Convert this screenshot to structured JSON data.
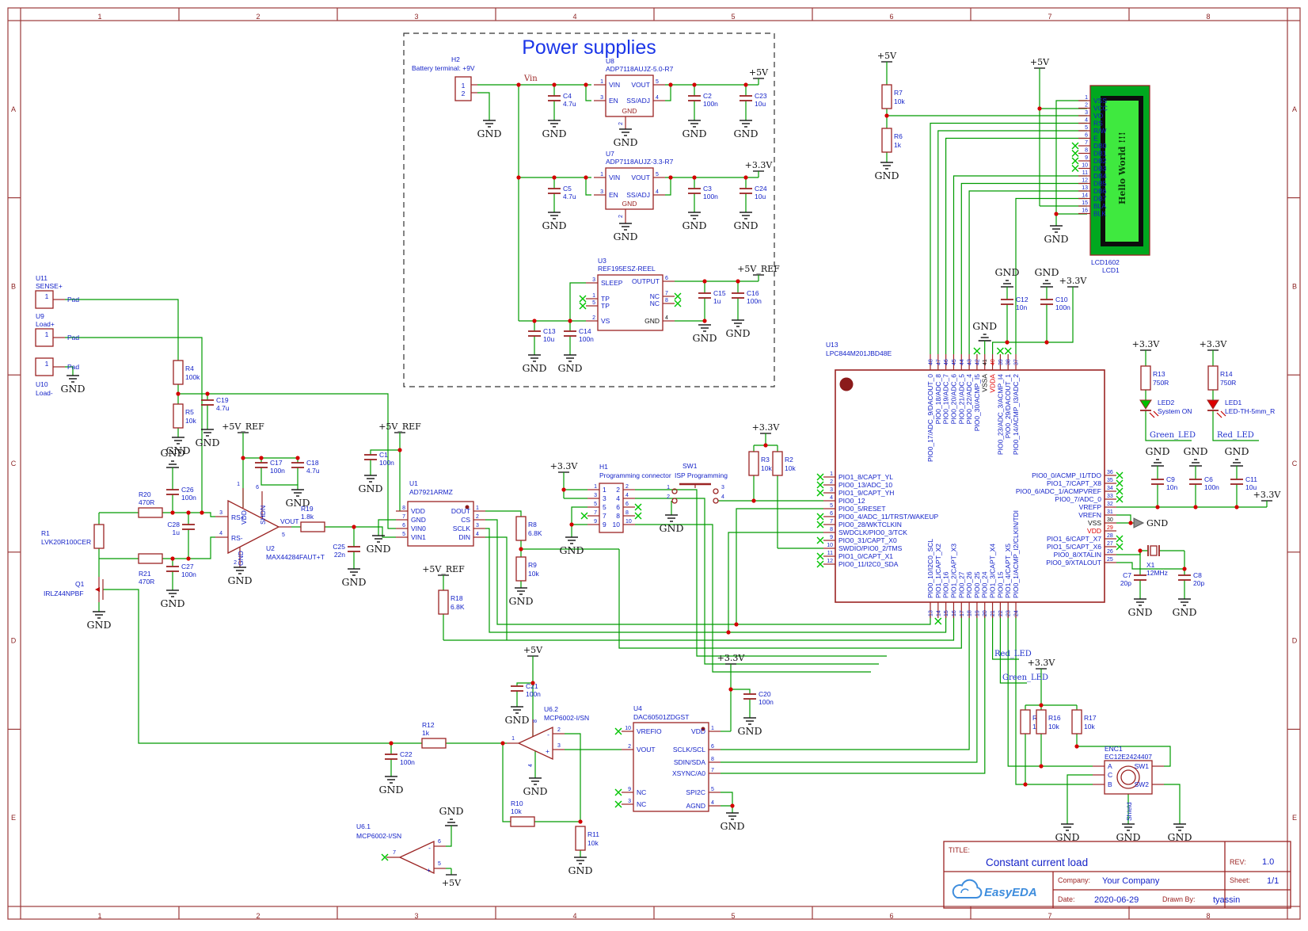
{
  "sheet": {
    "cols": [
      "1",
      "2",
      "3",
      "4",
      "5",
      "6",
      "7",
      "8"
    ],
    "rows": [
      "A",
      "B",
      "C",
      "D",
      "E"
    ]
  },
  "labels": {
    "gnd": "GND",
    "p5": "+5V",
    "p33": "+3.3V",
    "p5ref": "+5V_REF",
    "vin": "Vin"
  },
  "powerbox": {
    "title": "Power supplies"
  },
  "h2": {
    "ref": "H2",
    "desc": "Battery terminal: +9V",
    "p1": "1",
    "p2": "2"
  },
  "u8": {
    "ref": "U8",
    "part": "ADP7118AUJZ-5.0-R7",
    "gnd": "GND",
    "pin2": "2",
    "left": [
      {
        "n": "1",
        "name": "VIN"
      },
      {
        "n": "3",
        "name": "EN"
      }
    ],
    "right": [
      {
        "n": "5",
        "name": "VOUT"
      },
      {
        "n": "4",
        "name": "SS/ADJ"
      }
    ]
  },
  "u7": {
    "ref": "U7",
    "part": "ADP7118AUJZ-3.3-R7",
    "gnd": "GND",
    "pin2": "2",
    "left": [
      {
        "n": "1",
        "name": "VIN"
      },
      {
        "n": "3",
        "name": "EN"
      }
    ],
    "right": [
      {
        "n": "5",
        "name": "VOUT"
      },
      {
        "n": "4",
        "name": "SS/ADJ"
      }
    ]
  },
  "u3": {
    "ref": "U3",
    "part": "REF195ESZ-REEL",
    "left": [
      {
        "n": "3",
        "name": "SLEEP"
      },
      {
        "n": "1",
        "name": "TP",
        "nc": true
      },
      {
        "n": "5",
        "name": "TP",
        "nc": true
      },
      {
        "n": "2",
        "name": "VS"
      }
    ],
    "right": [
      {
        "n": "6",
        "name": "OUTPUT"
      },
      {
        "n": "7",
        "name": "NC",
        "nc": true
      },
      {
        "n": "8",
        "name": "NC",
        "nc": true
      },
      {
        "n": "4",
        "name": "GND",
        "c": "k"
      }
    ]
  },
  "caps": {
    "c1": {
      "ref": "C1",
      "val": "100n"
    },
    "c2": {
      "ref": "C2",
      "val": "100n"
    },
    "c3": {
      "ref": "C3",
      "val": "100n"
    },
    "c4": {
      "ref": "C4",
      "val": "4.7u"
    },
    "c5": {
      "ref": "C5",
      "val": "4.7u"
    },
    "c6": {
      "ref": "C6",
      "val": "100n"
    },
    "c7": {
      "ref": "C7",
      "val": "20p"
    },
    "c8": {
      "ref": "C8",
      "val": "20p"
    },
    "c9": {
      "ref": "C9",
      "val": "10n"
    },
    "c10": {
      "ref": "C10",
      "val": "100n"
    },
    "c11": {
      "ref": "C11",
      "val": "10u"
    },
    "c12": {
      "ref": "C12",
      "val": "10n"
    },
    "c13": {
      "ref": "C13",
      "val": "10u"
    },
    "c14": {
      "ref": "C14",
      "val": "100n"
    },
    "c15": {
      "ref": "C15",
      "val": "1u"
    },
    "c16": {
      "ref": "C16",
      "val": "100n"
    },
    "c17": {
      "ref": "C17",
      "val": "100n"
    },
    "c18": {
      "ref": "C18",
      "val": "4.7u"
    },
    "c19": {
      "ref": "C19",
      "val": "4.7u"
    },
    "c20": {
      "ref": "C20",
      "val": "100n"
    },
    "c21": {
      "ref": "C21",
      "val": "100n"
    },
    "c22": {
      "ref": "C22",
      "val": "100n"
    },
    "c23": {
      "ref": "C23",
      "val": "10u"
    },
    "c24": {
      "ref": "C24",
      "val": "10u"
    },
    "c25": {
      "ref": "C25",
      "val": "22n"
    },
    "c26": {
      "ref": "C26",
      "val": "100n"
    },
    "c27": {
      "ref": "C27",
      "val": "100n"
    },
    "c28": {
      "ref": "C28",
      "val": "1u"
    }
  },
  "res": {
    "r1": {
      "ref": "R1",
      "val": "LVK20R100CER"
    },
    "r2": {
      "ref": "R2",
      "val": "10k"
    },
    "r3": {
      "ref": "R3",
      "val": "10k"
    },
    "r4": {
      "ref": "R4",
      "val": "100k"
    },
    "r5": {
      "ref": "R5",
      "val": "10k"
    },
    "r6": {
      "ref": "R6",
      "val": "1k"
    },
    "r7": {
      "ref": "R7",
      "val": "10k"
    },
    "r8": {
      "ref": "R8",
      "val": "6.8K"
    },
    "r9": {
      "ref": "R9",
      "val": "10k"
    },
    "r10": {
      "ref": "R10",
      "val": "10k"
    },
    "r11": {
      "ref": "R11",
      "val": "10k"
    },
    "r12": {
      "ref": "R12",
      "val": "1k"
    },
    "r13": {
      "ref": "R13",
      "val": "750R"
    },
    "r14": {
      "ref": "R14",
      "val": "750R"
    },
    "r15": {
      "ref": "R15",
      "val": "10k"
    },
    "r16": {
      "ref": "R16",
      "val": "10k"
    },
    "r17": {
      "ref": "R17",
      "val": "10k"
    },
    "r18": {
      "ref": "R18",
      "val": "6.8K"
    },
    "r19": {
      "ref": "R19",
      "val": "1.8k"
    },
    "r20": {
      "ref": "R20",
      "val": "470R"
    },
    "r21": {
      "ref": "R21",
      "val": "470R"
    }
  },
  "q1": {
    "ref": "Q1",
    "part": "IRLZ44NPBF"
  },
  "u2": {
    "ref": "U2",
    "part": "MAX44284FAUT+T",
    "rsp": "RS+",
    "rsm": "RS-",
    "vdd": "VDD",
    "shdn": "SHDN",
    "gnd": "GND",
    "vout": "VOUT",
    "n1": "1",
    "n2": "2",
    "n3": "3",
    "n4": "4",
    "n5": "5",
    "n6": "6"
  },
  "u1": {
    "ref": "U1",
    "part": "AD7921ARMZ",
    "left": [
      {
        "n": "8",
        "name": "VDD"
      },
      {
        "n": "7",
        "name": "GND"
      },
      {
        "n": "6",
        "name": "VIN0"
      },
      {
        "n": "5",
        "name": "VIN1"
      }
    ],
    "right": [
      {
        "n": "1",
        "name": "DOUT"
      },
      {
        "n": "2",
        "name": "CS"
      },
      {
        "n": "3",
        "name": "SCLK"
      },
      {
        "n": "4",
        "name": "DIN"
      }
    ]
  },
  "h1": {
    "ref": "H1",
    "desc": "Programming connector",
    "left": [
      {
        "n": "1",
        "name": "1"
      },
      {
        "n": "3",
        "name": "3"
      },
      {
        "n": "5",
        "name": "5"
      },
      {
        "n": "7",
        "name": "7",
        "nc": true
      },
      {
        "n": "9",
        "name": "9"
      }
    ],
    "right": [
      {
        "n": "2",
        "name": "2"
      },
      {
        "n": "4",
        "name": "4"
      },
      {
        "n": "6",
        "name": "6",
        "nc": true
      },
      {
        "n": "8",
        "name": "8",
        "nc": true
      },
      {
        "n": "10",
        "name": "10"
      }
    ]
  },
  "sw1": {
    "ref": "SW1",
    "desc": "ISP Programming",
    "n1": "1",
    "n2": "2",
    "n3": "3",
    "n4": "4"
  },
  "mcu": {
    "ref": "U13",
    "part": "LPC844M201JBD48E",
    "left": [
      {
        "n": "1",
        "name": "PIO1_8/CAPT_YL",
        "nc": true
      },
      {
        "n": "2",
        "name": "PIO0_13/ADC_10",
        "nc": true
      },
      {
        "n": "3",
        "name": "PIO1_9/CAPT_YH",
        "nc": true
      },
      {
        "n": "4",
        "name": "PIO0_12"
      },
      {
        "n": "5",
        "name": "PIO0_5/RESET"
      },
      {
        "n": "6",
        "name": "PIO0_4/ADC_11/TRST/WAKEUP",
        "nc": true
      },
      {
        "n": "7",
        "name": "PIO0_28/WKTCLKIN",
        "nc": true
      },
      {
        "n": "8",
        "name": "SWDCLK/PIO0_3/TCK"
      },
      {
        "n": "9",
        "name": "PIO0_31/CAPT_X0",
        "nc": true
      },
      {
        "n": "10",
        "name": "SWDIO/PIO0_2/TMS"
      },
      {
        "n": "11",
        "name": "PIO1_0/CAPT_X1",
        "nc": true
      },
      {
        "n": "12",
        "name": "PIO0_11/I2C0_SDA",
        "nc": true
      }
    ],
    "right": [
      {
        "n": "36",
        "name": "PIO0_0/ACMP_I1/TDO",
        "nc": true
      },
      {
        "n": "35",
        "name": "PIO1_7/CAPT_X8",
        "nc": true
      },
      {
        "n": "34",
        "name": "PIO0_6/ADC_1/ACMPVREF",
        "nc": true
      },
      {
        "n": "33",
        "name": "PIO0_7/ADC_0",
        "nc": true
      },
      {
        "n": "32",
        "name": "VREFP"
      },
      {
        "n": "31",
        "name": "VREFN"
      },
      {
        "n": "30",
        "name": "VSS",
        "c": "k"
      },
      {
        "n": "29",
        "name": "VDD",
        "c": "r"
      },
      {
        "n": "28",
        "name": "PIO1_6/CAPT_X7",
        "nc": true
      },
      {
        "n": "27",
        "name": "PIO1_5/CAPT_X6",
        "nc": true
      },
      {
        "n": "26",
        "name": "PIO0_8/XTALIN"
      },
      {
        "n": "25",
        "name": "PIO0_9/XTALOUT"
      }
    ],
    "top": [
      {
        "n": "48",
        "name": "PIO0_17/ADC_9/DACOUT_0"
      },
      {
        "n": "47",
        "name": "PIO0_18/ADC_8"
      },
      {
        "n": "46",
        "name": "PIO0_19/ADC_7"
      },
      {
        "n": "45",
        "name": "PIO0_20/ADC_6"
      },
      {
        "n": "44",
        "name": "PIO0_21/ADC_5"
      },
      {
        "n": "43",
        "name": "PIO0_22/ADC_4"
      },
      {
        "n": "42",
        "name": "PIO0_30/ACMP_I5",
        "nc": true
      },
      {
        "n": "41",
        "name": "VSSA",
        "c": "k"
      },
      {
        "n": "40",
        "name": "VDDA",
        "c": "r"
      },
      {
        "n": "39",
        "name": "PIO0_23/ADC_3/ACMP_I4",
        "nc": true
      },
      {
        "n": "38",
        "name": "PIO0_29/DACOUT_1",
        "nc": true
      },
      {
        "n": "37",
        "name": "PIO0_14/ACMP_I3/ADC_2"
      }
    ],
    "bottom": [
      {
        "n": "13",
        "name": "PIO0_10/I2C0_SCL"
      },
      {
        "n": "14",
        "name": "PIO1_1/CAPT_X2",
        "nc": true
      },
      {
        "n": "15",
        "name": "PIO0_16"
      },
      {
        "n": "16",
        "name": "PIO1_2/CAPT_X3"
      },
      {
        "n": "17",
        "name": "PIO0_27"
      },
      {
        "n": "18",
        "name": "PIO0_26"
      },
      {
        "n": "19",
        "name": "PIO0_25"
      },
      {
        "n": "20",
        "name": "PIO0_24"
      },
      {
        "n": "21",
        "name": "PIO1_3/CAPT_X4"
      },
      {
        "n": "22",
        "name": "PIO0_15"
      },
      {
        "n": "23",
        "name": "PIO1_4/CAPT_X5"
      },
      {
        "n": "24",
        "name": "PIO0_1/ACMP_I2/CLKIN/TDI"
      }
    ]
  },
  "lcd": {
    "part": "LCD1602",
    "ref": "LCD1",
    "screen": "Hello World !!!",
    "pins": [
      {
        "n": "1",
        "name": "VSS"
      },
      {
        "n": "2",
        "name": "VCC"
      },
      {
        "n": "3",
        "name": "VO"
      },
      {
        "n": "4",
        "name": "RS"
      },
      {
        "n": "5",
        "name": "R/W"
      },
      {
        "n": "6",
        "name": "E"
      },
      {
        "n": "7",
        "name": "DB0",
        "nc": true
      },
      {
        "n": "8",
        "name": "DB1",
        "nc": true
      },
      {
        "n": "9",
        "name": "DB2",
        "nc": true
      },
      {
        "n": "10",
        "name": "DB3",
        "nc": true
      },
      {
        "n": "11",
        "name": "DB4"
      },
      {
        "n": "12",
        "name": "DB5"
      },
      {
        "n": "13",
        "name": "DB6"
      },
      {
        "n": "14",
        "name": "DB7"
      },
      {
        "n": "15",
        "name": "BLA"
      },
      {
        "n": "16",
        "name": "BLK"
      }
    ]
  },
  "u62": {
    "ref": "U6.2",
    "part": "MCP6002-I/SN",
    "n1": "1",
    "n2": "2",
    "n3": "3",
    "n4": "4",
    "n8": "8",
    "minus": "-",
    "plus": "+"
  },
  "u61": {
    "ref": "U6.1",
    "part": "MCP6002-I/SN",
    "n5": "5",
    "n6": "6",
    "n7": "7",
    "minus": "-",
    "plus": "+"
  },
  "u4": {
    "ref": "U4",
    "part": "DAC60501ZDGST",
    "left": [
      {
        "n": "10",
        "name": "VREFIO",
        "nc": true
      },
      {
        "n": "2",
        "name": "VOUT"
      },
      {
        "n": "9",
        "name": "NC",
        "nc": true
      },
      {
        "n": "3",
        "name": "NC",
        "nc": true
      }
    ],
    "right": [
      {
        "n": "1",
        "name": "VDD"
      },
      {
        "n": "6",
        "name": "SCLK/SCL"
      },
      {
        "n": "8",
        "name": "SDIN/SDA"
      },
      {
        "n": "7",
        "name": "XSYNC/A0"
      },
      {
        "n": "5",
        "name": "SPI2C"
      },
      {
        "n": "4",
        "name": "AGND"
      }
    ]
  },
  "x1": {
    "ref": "X1",
    "val": "12MHz"
  },
  "leds": {
    "led2": {
      "ref": "LED2",
      "desc": "System ON"
    },
    "led1": {
      "ref": "LED1",
      "desc": "LED-TH-5mm_R"
    }
  },
  "nets": {
    "red": "Red_LED",
    "green": "Green_LED",
    "shield": "Shield"
  },
  "pads": {
    "u11": {
      "ref": "U11",
      "name": "SENSE+",
      "pin": "1",
      "pad": "Pad"
    },
    "u9": {
      "ref": "U9",
      "name": "Load+",
      "pin": "1",
      "pad": "Pad"
    },
    "u10": {
      "ref": "U10",
      "name": "Load-",
      "pin": "1",
      "pad": "Pad"
    }
  },
  "enc": {
    "ref": "ENC1",
    "part": "EC12E2424407",
    "left": [
      {
        "name": "A"
      },
      {
        "name": "C"
      },
      {
        "name": "B"
      }
    ],
    "right": [
      {
        "name": "SW1"
      },
      {
        "name": "SW2"
      }
    ]
  },
  "tb": {
    "title_label": "TITLE:",
    "title": "Constant current load",
    "rev_label": "REV:",
    "rev": "1.0",
    "company_label": "Company:",
    "company": "Your Company",
    "sheet_label": "Sheet:",
    "sheet": "1/1",
    "date_label": "Date:",
    "date": "2020-06-29",
    "drawn_label": "Drawn By:",
    "drawn": "tyassin",
    "logo": "EasyEDA"
  }
}
